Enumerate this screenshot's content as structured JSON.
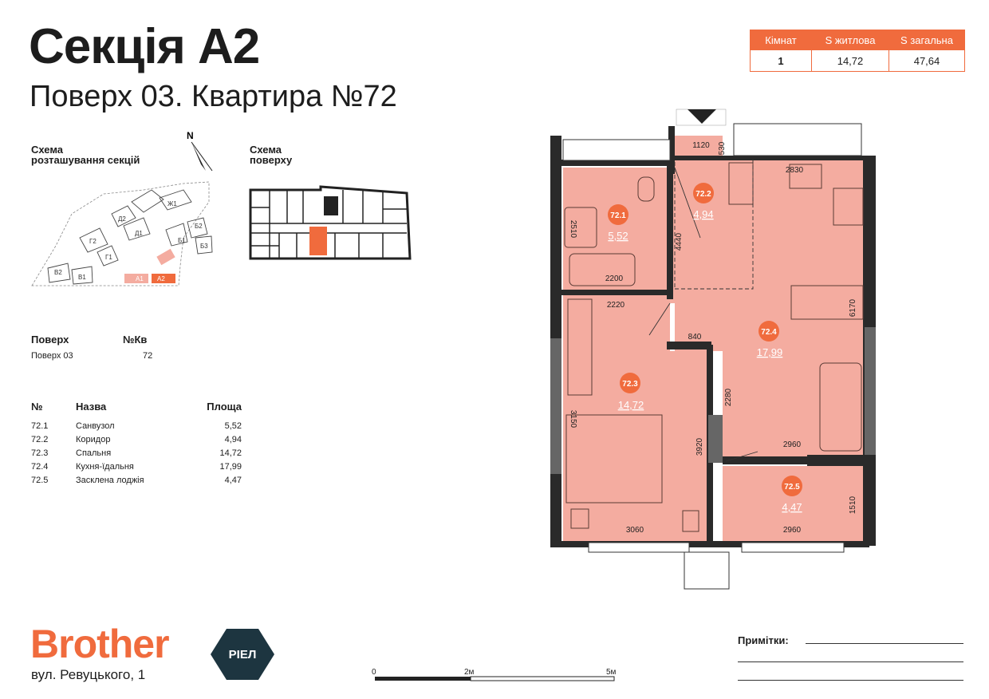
{
  "header": {
    "title": "Секція А2",
    "subtitle": "Поверх 03. Квартира №72"
  },
  "summary": {
    "headers": [
      "Кімнат",
      "S житлова",
      "S загальна"
    ],
    "values": [
      "1",
      "14,72",
      "47,64"
    ]
  },
  "schemas": {
    "sections_title_1": "Схема",
    "sections_title_2": "розташування секцій",
    "floor_title_1": "Схема",
    "floor_title_2": "поверху",
    "north": "N",
    "section_labels": [
      "Ж1",
      "Д2",
      "Д1",
      "Г2",
      "Г1",
      "Б2",
      "Б1",
      "Б3",
      "В2",
      "В1",
      "А1",
      "А2"
    ]
  },
  "floor_info": {
    "floor_label": "Поверх",
    "apt_label": "№Кв",
    "floor_value": "Поверх 03",
    "apt_value": "72"
  },
  "rooms_table": {
    "headers": [
      "№",
      "Назва",
      "Площа"
    ],
    "rows": [
      [
        "72.1",
        "Санвузол",
        "5,52"
      ],
      [
        "72.2",
        "Коридор",
        "4,94"
      ],
      [
        "72.3",
        "Спальня",
        "14,72"
      ],
      [
        "72.4",
        "Кухня-їдальня",
        "17,99"
      ],
      [
        "72.5",
        "Засклена лоджія",
        "4,47"
      ]
    ]
  },
  "plan": {
    "rooms": [
      {
        "id": "72.1",
        "area": "5,52"
      },
      {
        "id": "72.2",
        "area": "4,94"
      },
      {
        "id": "72.3",
        "area": "14,72"
      },
      {
        "id": "72.4",
        "area": "17,99"
      },
      {
        "id": "72.5",
        "area": "4,47"
      }
    ],
    "dimensions": [
      "1120",
      "530",
      "2830",
      "2510",
      "4440",
      "2200",
      "2220",
      "840",
      "6170",
      "3150",
      "2280",
      "3920",
      "2960",
      "1510",
      "3060",
      "2960"
    ]
  },
  "footer": {
    "brand": "Brother",
    "badge": "РІЕЛ",
    "address": "вул. Ревуцького, 1",
    "scale": [
      "0",
      "2м",
      "5м"
    ],
    "notes_label": "Примітки:"
  },
  "colors": {
    "accent": "#f06b3d",
    "room_fill": "#f4aca0",
    "dark": "#1d3540"
  }
}
